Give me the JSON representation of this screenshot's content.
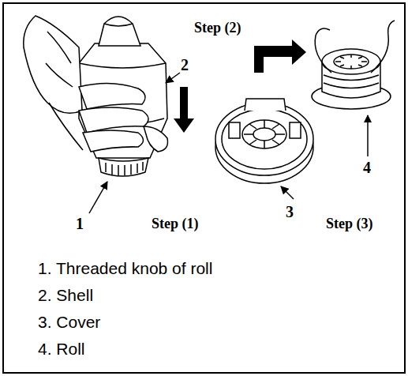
{
  "diagram": {
    "labels": [
      "Step (2)",
      "2",
      "1",
      "Step (1)",
      "3",
      "Step (3)",
      "4",
      "1. Threaded knob of roll",
      "2. Shell",
      "3. Cover",
      "4. Roll"
    ]
  }
}
